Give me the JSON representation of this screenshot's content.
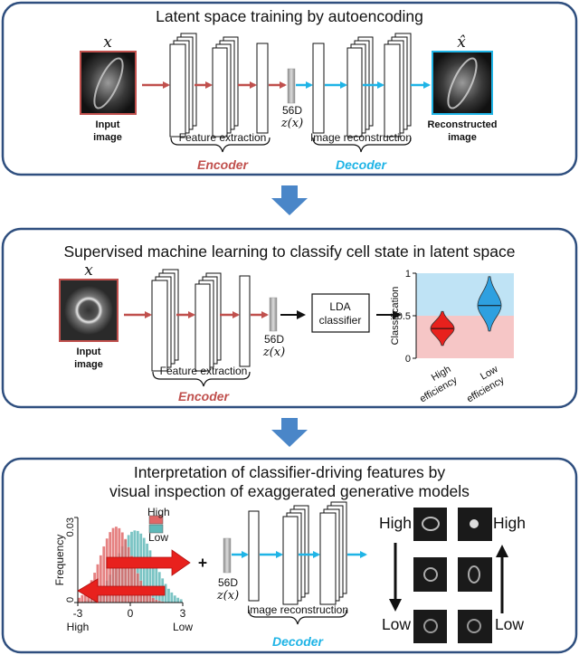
{
  "panel1": {
    "title": "Latent space training by autoencoding",
    "input_symbol": "x",
    "output_symbol": "x̂",
    "input_label": [
      "Input",
      "image"
    ],
    "output_label": [
      "Reconstructed",
      "image"
    ],
    "latent_dim": "56D",
    "latent_symbol": "z(x)",
    "feature_extraction": "Feature extraction",
    "image_reconstruction": "Image reconstruction",
    "encoder": "Encoder",
    "decoder": "Decoder"
  },
  "panel2": {
    "title": "Supervised machine learning to classify cell state in latent space",
    "input_symbol": "x",
    "input_label": [
      "Input",
      "image"
    ],
    "latent_dim": "56D",
    "latent_symbol": "z(x)",
    "feature_extraction": "Feature extraction",
    "encoder": "Encoder",
    "classifier_label": [
      "LDA",
      "classifier"
    ],
    "violin_ylabel": "Classification",
    "violin_yticks": [
      "0",
      "0.5",
      "1"
    ],
    "violin_categories": [
      [
        "High",
        "efficiency"
      ],
      [
        "Low",
        "efficiency"
      ]
    ]
  },
  "panel3": {
    "title_line1": "Interpretation of classifier-driving features by",
    "title_line2": "visual inspection of exaggerated generative models",
    "hist_ylabel": "Frequency",
    "hist_yticks": [
      "0",
      "0.03"
    ],
    "hist_xticks": [
      "-3",
      "0",
      "3"
    ],
    "hist_xend_labels": [
      "High",
      "Low"
    ],
    "legend": [
      "High",
      "Low"
    ],
    "plus": "+",
    "latent_dim": "56D",
    "latent_symbol": "z(x)",
    "image_reconstruction": "Image reconstruction",
    "decoder": "Decoder",
    "grid_labels": {
      "left_top": "High",
      "left_bottom": "Low",
      "right_top": "High",
      "right_bottom": "Low"
    }
  },
  "colors": {
    "panel_border": "#2f4f7f",
    "encoder_arrow": "#c0504d",
    "decoder_arrow": "#1fb4e6",
    "down_arrow": "#4a86c8",
    "high_fill": "#e06666",
    "low_fill": "#5fb8b8",
    "violin_high": "#e8211d",
    "violin_low": "#2ea0e0",
    "violin_bg_top": "#bfe3f5",
    "violin_bg_bottom": "#f6c6c6"
  },
  "chart_data": [
    {
      "type": "violin",
      "ylabel": "Classification",
      "ylim": [
        0,
        1
      ],
      "categories": [
        "High efficiency",
        "Low efficiency"
      ],
      "series": [
        {
          "name": "High efficiency",
          "median": 0.35,
          "range": [
            0.15,
            0.55
          ]
        },
        {
          "name": "Low efficiency",
          "median": 0.62,
          "range": [
            0.32,
            0.96
          ]
        }
      ]
    },
    {
      "type": "histogram",
      "ylabel": "Frequency",
      "ylim": [
        0,
        0.03
      ],
      "xlim": [
        -3,
        3
      ],
      "series": [
        {
          "name": "High",
          "peak_x": -0.8
        },
        {
          "name": "Low",
          "peak_x": 0.3
        }
      ]
    }
  ]
}
